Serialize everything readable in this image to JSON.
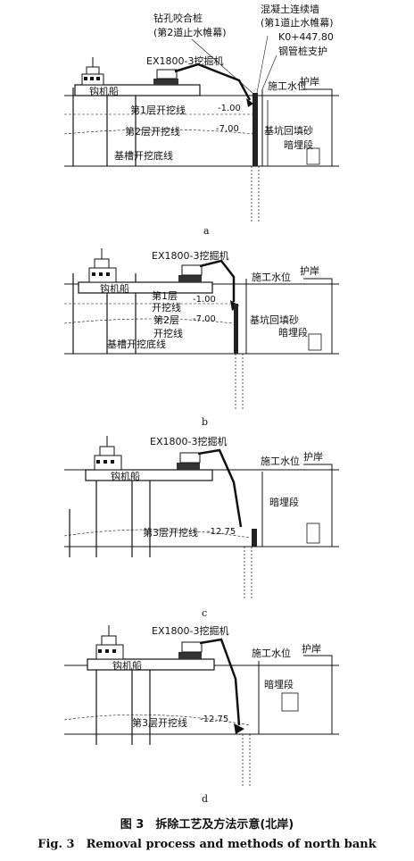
{
  "panels": [
    {
      "letter": "a",
      "excavator": "EX1800-3挖掘机",
      "ship": "钩机船",
      "water": "施工水位",
      "bank": "护岸",
      "layer1": "第1层开挖线",
      "layer1_val": "-1.00",
      "layer2": "第2层开挖线",
      "layer2_val": "-7.00",
      "bottom": "基槽开挖底线",
      "backfill": "基坑回填砂",
      "buried": "暗埋段",
      "pile1": "钻孔咬合桩",
      "pile1b": "(第2道止水帷幕)",
      "wall1": "混凝土连续墙",
      "wall1b": "(第1道止水帷幕)",
      "chainage": "K0+447.80",
      "steel": "钢管桩支护"
    },
    {
      "letter": "b",
      "excavator": "EX1800-3挖掘机",
      "ship": "钩机船",
      "water": "施工水位",
      "bank": "护岸",
      "layer1a": "第1层",
      "layer1b": "开挖线",
      "layer1_val": "-1.00",
      "layer2a": "第2层",
      "layer2b": "开挖线",
      "layer2_val": "-7.00",
      "bottom": "基槽开挖底线",
      "backfill": "基坑回填砂",
      "buried": "暗埋段"
    },
    {
      "letter": "c",
      "excavator": "EX1800-3挖掘机",
      "ship": "钩机船",
      "water": "施工水位",
      "bank": "护岸",
      "layer3": "第3层开挖线",
      "layer3_val": "-12.75",
      "buried": "暗埋段"
    },
    {
      "letter": "d",
      "excavator": "EX1800-3挖掘机",
      "ship": "钩机船",
      "water": "施工水位",
      "bank": "护岸",
      "layer3": "第3层开挖线",
      "layer3_val": "-12.75",
      "buried": "暗埋段"
    }
  ],
  "caption": {
    "cn": "图 3　拆除工艺及方法示意(北岸)",
    "en": "Fig. 3　Removal process and methods of north bank"
  }
}
